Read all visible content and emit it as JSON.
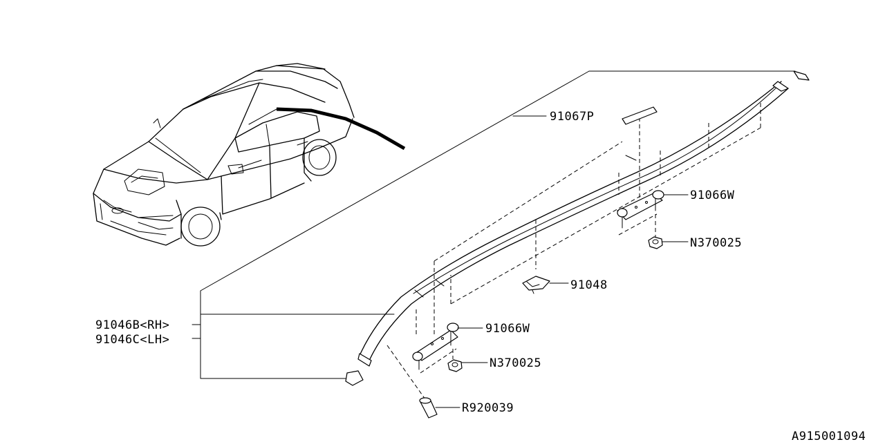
{
  "parts": {
    "drip_molding_rh": "91046B<RH>",
    "drip_molding_lh": "91046C<LH>",
    "molding_cap": "91067P",
    "clip_upper": "91066W",
    "nut_upper": "N370025",
    "clip_small": "91048",
    "clip_lower": "91066W",
    "nut_lower": "N370025",
    "rivet": "R920039"
  },
  "diagram_id": "A915001094"
}
